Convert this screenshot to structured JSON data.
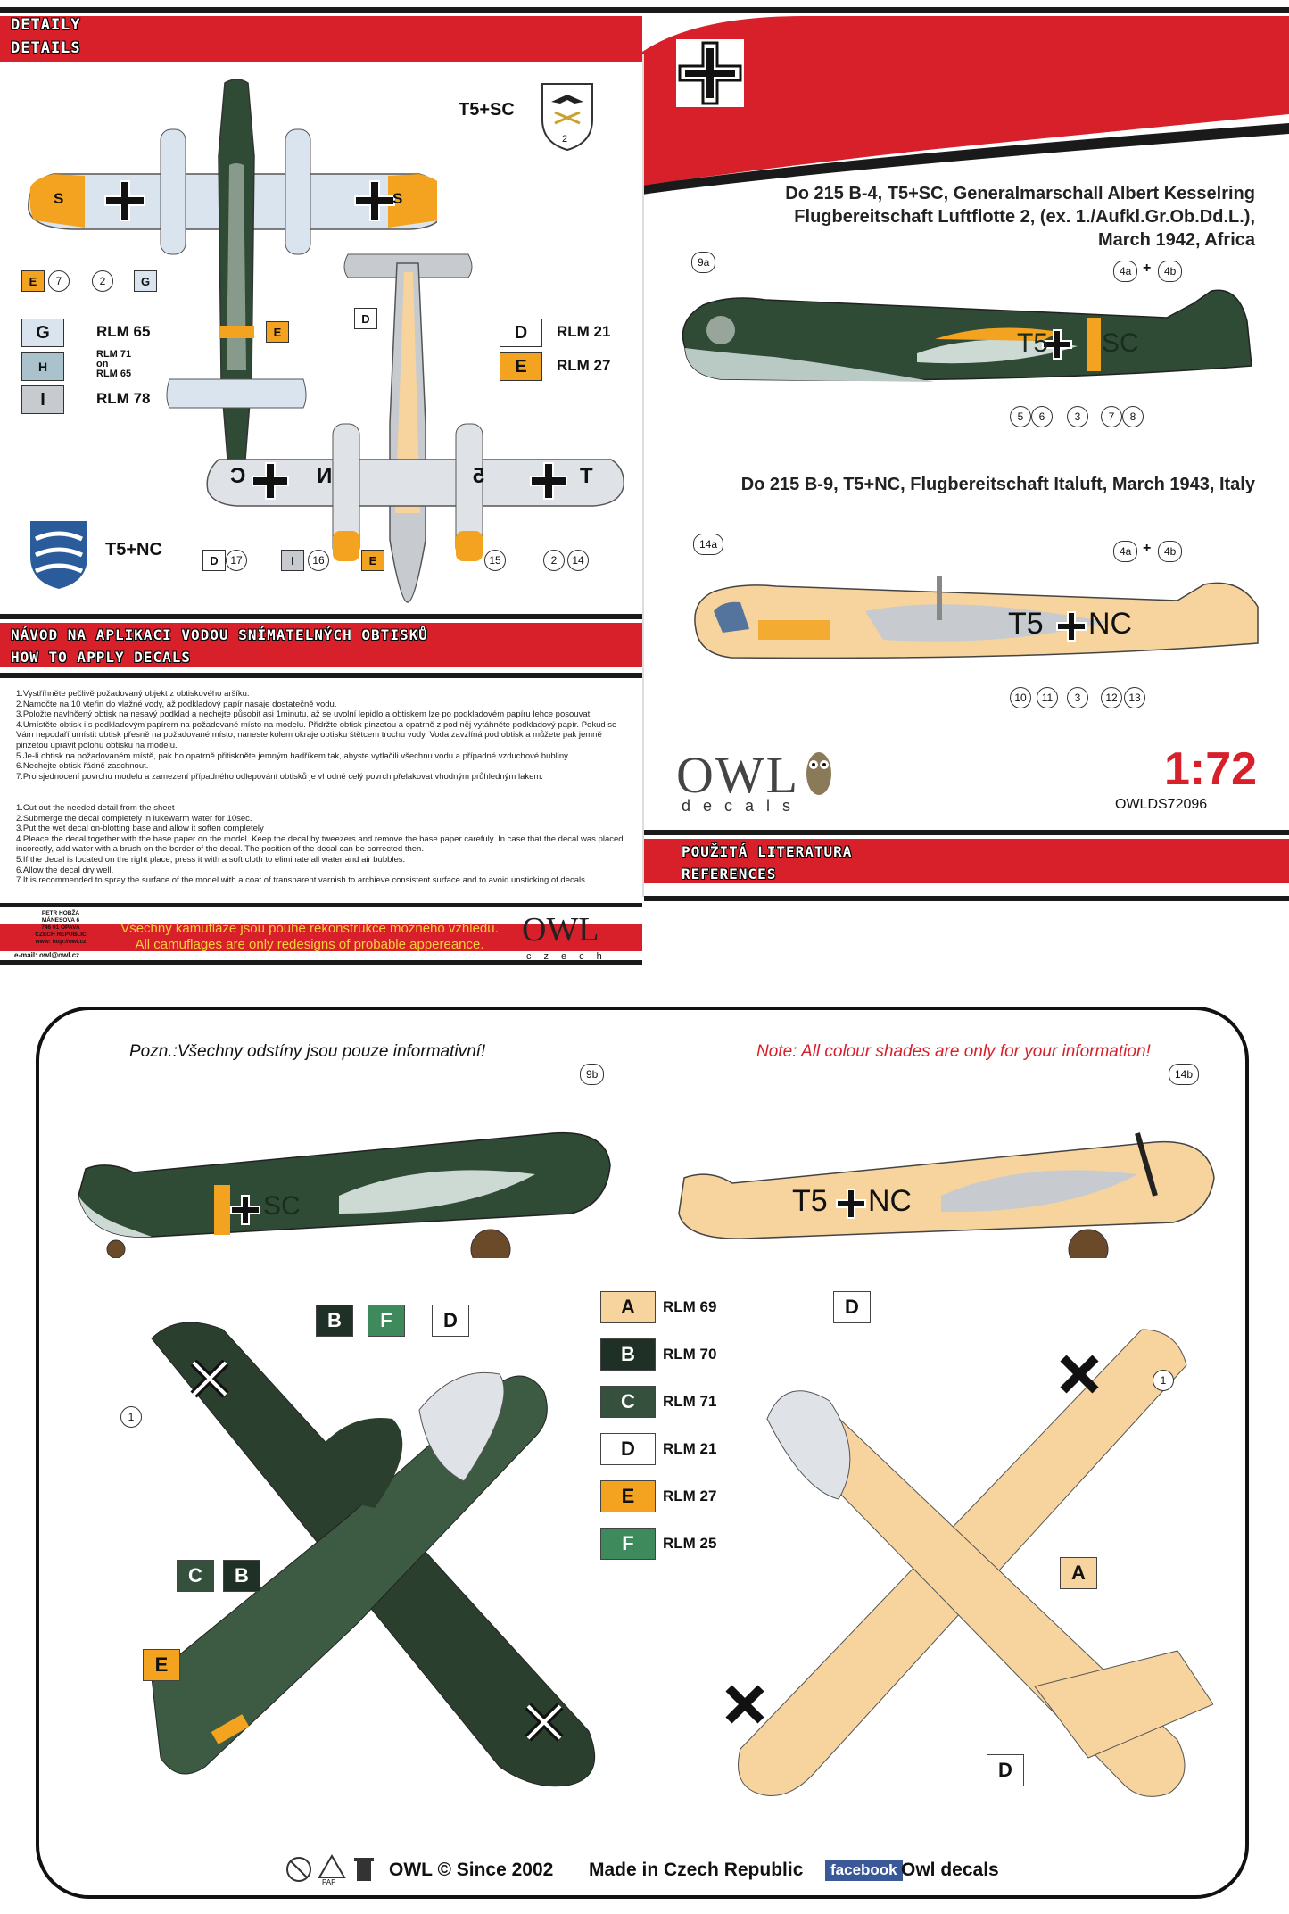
{
  "header": {
    "details_cz": "DETAILY",
    "details_en": "DETAILS"
  },
  "left_panel": {
    "code_sc": "T5+SC",
    "code_nc": "T5+NC",
    "legend": [
      {
        "key": "G",
        "label": "RLM 65",
        "color": "#d9e4ef"
      },
      {
        "key": "H",
        "label_l1": "RLM 71",
        "label_l2": "on",
        "label_l3": "RLM 65",
        "color": "#a9c2cc"
      },
      {
        "key": "I",
        "label": "RLM 78",
        "color": "#c7cbcf"
      }
    ],
    "legend_right": [
      {
        "key": "D",
        "label": "RLM 21",
        "color": "#ffffff"
      },
      {
        "key": "E",
        "label": "RLM 27",
        "color": "#f3a31f"
      }
    ],
    "sc_callouts": {
      "e": "E",
      "n7": "7",
      "n2": "2",
      "g": "G"
    },
    "sc_fuselage_e": "E",
    "wing_d": "D",
    "nc_callouts": {
      "d": "D",
      "n17": "17",
      "i": "I",
      "n16": "16",
      "e": "E",
      "n15": "15",
      "n2": "2",
      "n14": "14"
    },
    "sc_wing_letters": {
      "s": "S"
    },
    "nc_wing_letters": {
      "c": "C",
      "n": "N",
      "t": "T",
      "five": "5"
    },
    "shield_number": "2"
  },
  "right_panel": {
    "title1_l1": "Do 215 B-4, T5+SC, Generalmarschall Albert Kesselring",
    "title1_l2": "Flugbereitschaft Luftflotte 2, (ex. 1./Aufkl.Gr.Ob.Dd.L.),",
    "title1_l3": "March 1942, Africa",
    "title2": "Do 215 B-9, T5+NC, Flugbereitschaft Italuft, March 1943, Italy",
    "sc_callouts": {
      "a9": "9a",
      "a4": "4a",
      "plus": "+",
      "b4": "4b",
      "n5": "5",
      "n6": "6",
      "n3": "3",
      "n7": "7",
      "n8": "8"
    },
    "nc_callouts": {
      "a14": "14a",
      "a4": "4a",
      "plus": "+",
      "b4": "4b",
      "n10": "10",
      "n11": "11",
      "n3": "3",
      "n12": "12",
      "n13": "13"
    },
    "sc_side_code": {
      "t5": "T5",
      "sc": "SC"
    },
    "nc_side_code": {
      "t5": "T5",
      "nc": "NC"
    },
    "brand": "OWL",
    "brand_sub": "decals",
    "scale": "1:72",
    "catalog": "OWLDS72096",
    "refs_cz": "POUŽITÁ LITERATURA",
    "refs_en": "REFERENCES"
  },
  "instructions": {
    "title_cz": "NÁVOD NA APLIKACI VODOU SNÍMATELNÝCH OBTISKŮ",
    "title_en": "HOW TO APPLY DECALS",
    "cz": [
      "1.Vystříhněte pečlivě požadovaný objekt z obtiskového aršíku.",
      "2.Namočte na 10 vteřin do vlažné vody, až podkladový papír nasaje dostatečně vodu.",
      "3.Položte navlhčený obtisk na nesavý podklad a nechejte působit asi 1minutu, až se uvolní lepidlo a obtiskem lze po podkladovém papíru lehce posouvat.",
      "4.Umístěte obtisk i s podkladovým papírem na požadované místo na modelu. Přidržte obtisk pinzetou a opatrně z pod něj vytáhněte podkladový papír. Pokud se",
      "Vám nepodaří umístit obtisk přesně na požadované místo, naneste kolem okraje obtisku štětcem trochu vody. Voda zavzlíná pod obtisk a můžete pak jemně",
      "pinzetou upravit polohu obtisku na modelu.",
      "5.Je-li obtisk na požadovaném místě, pak ho opatrně přitiskněte jemným hadříkem tak, abyste vytlačili všechnu vodu a případné vzduchové bubliny.",
      "6.Nechejte obtisk řádně zaschnout.",
      "7.Pro sjednocení povrchu modelu a zamezení případného odlepování obtisků je vhodné celý povrch přelakovat vhodným průhledným lakem."
    ],
    "en": [
      "1.Cut out the needed detail from the sheet",
      "2.Submerge the decal completely in lukewarm water for 10sec.",
      "3.Put the wet decal on-blotting base and allow it soften completely",
      "4.Pleace the decal together with the base paper on the model. Keep the decal by tweezers and remove the base paper carefuly. In case that the decal was placed",
      "incorectly, add water with a brush on the border of the decal. The position of the decal can be corrected then.",
      "5.If the decal is located on the right place, press it with a soft cloth to eliminate all water and air bubbles.",
      "6.Allow the decal dry well.",
      "7.It is recommended to spray the surface of the model with a coat of transparent varnish to archieve consistent surface and to avoid unsticking of decals."
    ]
  },
  "footer_left": {
    "addr_l1": "PETR HOBŽA",
    "addr_l2": "MÁNESOVA 6",
    "addr_l3": "746 01 OPAVA",
    "addr_l4": "CZECH REPUBLIC",
    "addr_l5": "www: http://owl.cz",
    "email": "e-mail: owl@owl.cz",
    "note_cz": "Všechny kamufláže jsou pouhé rekonstrukce možného vzhledu.",
    "note_en": "All camuflages are only redesigns of probable appereance.",
    "brand": "OWL",
    "brand_sub": "czech"
  },
  "bottom": {
    "note_cz": "Pozn.:Všechny odstíny jsou pouze informativní!",
    "note_en": "Note: All colour shades are only for your information!",
    "callout_9b": "9b",
    "callout_14b": "14b",
    "sc_code": {
      "sc": "SC"
    },
    "nc_code": {
      "t5": "T5",
      "nc": "NC"
    },
    "legend": [
      {
        "key": "A",
        "label": "RLM 69",
        "color": "#f7d39e",
        "text": "#111"
      },
      {
        "key": "B",
        "label": "RLM 70",
        "color": "#1f3026",
        "text": "#fff"
      },
      {
        "key": "C",
        "label": "RLM 71",
        "color": "#35503d",
        "text": "#fff"
      },
      {
        "key": "D",
        "label": "RLM 21",
        "color": "#ffffff",
        "text": "#111"
      },
      {
        "key": "E",
        "label": "RLM 27",
        "color": "#f3a31f",
        "text": "#111"
      },
      {
        "key": "F",
        "label": "RLM 25",
        "color": "#3f8a5c",
        "text": "#fff"
      }
    ],
    "left_plane_callouts": {
      "b": "B",
      "f": "F",
      "d": "D",
      "n1": "1",
      "c": "C",
      "b2": "B",
      "e": "E"
    },
    "right_plane_callouts": {
      "d": "D",
      "n1": "1",
      "a": "A",
      "d2": "D"
    },
    "footer": {
      "pap": "PAP",
      "owl": "OWL © Since  2002",
      "made": "Made in Czech Republic",
      "facebook": "facebook",
      "owl_decals": "Owl decals"
    }
  }
}
